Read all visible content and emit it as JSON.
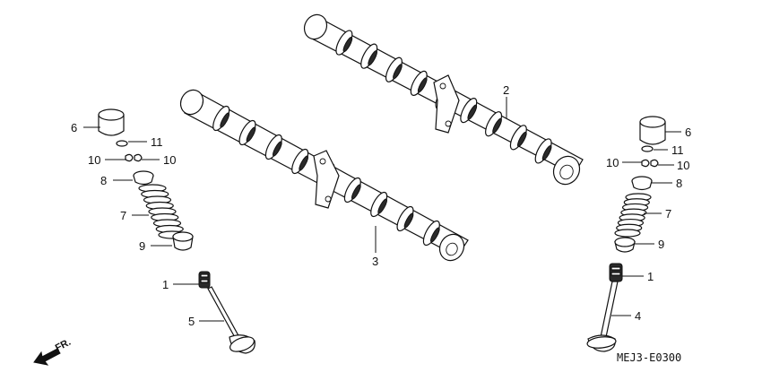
{
  "callouts": {
    "c1_left": "1",
    "c5_left": "5",
    "c9_left": "9",
    "c7_left": "7",
    "c8_left": "8",
    "c10_left_a": "10",
    "c10_left_b": "10",
    "c11_left": "11",
    "c6_left": "6",
    "c2": "2",
    "c3": "3",
    "c6_right": "6",
    "c11_right": "11",
    "c10_right_a": "10",
    "c10_right_b": "10",
    "c8_right": "8",
    "c7_right": "7",
    "c9_right": "9",
    "c1_right": "1",
    "c4_right": "4"
  },
  "front_indicator": "FR.",
  "diagram_code": "MEJ3-E0300",
  "icons": {
    "front_arrow": "front-arrow-icon"
  }
}
